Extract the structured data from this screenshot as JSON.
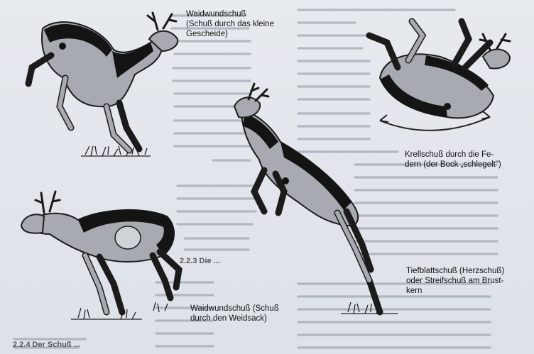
{
  "captions": {
    "top_left": "Waidwundschuß\n(Schuß durch das kleine\nGescheide)",
    "top_right": "Krellschuß durch die Fe-\ndern (der Bock „schlegelt\")",
    "center_right": "Tiefblattschuß (Herzschuß)\noder Streifschuß am Brust-\nkern",
    "bottom_left": "Waidwundschuß (Schuß\ndurch den Weidsack)"
  },
  "background_text": {
    "heading_fragment": "2.2.3 Die ...",
    "section_fragment": "2.2.4 Der Schuß ..."
  }
}
